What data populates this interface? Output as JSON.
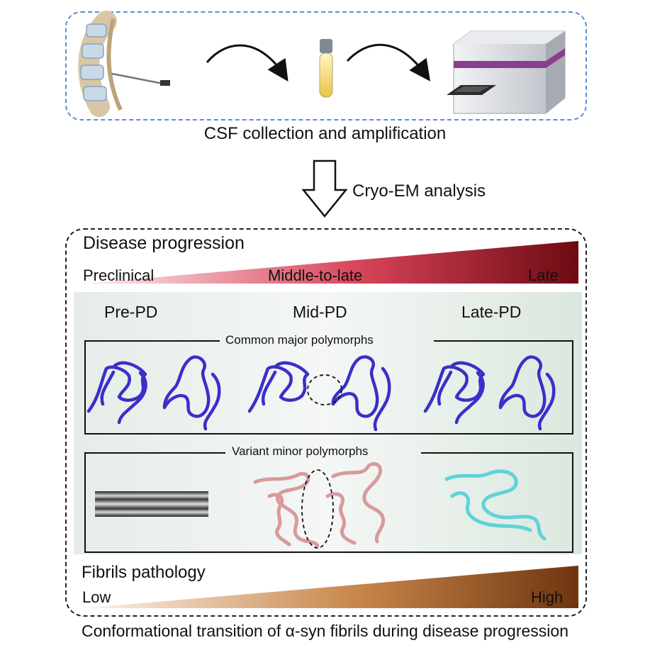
{
  "top_panel": {
    "caption": "CSF collection and amplification",
    "icons": [
      "spine-icon",
      "collection-tube-icon",
      "plate-reader-icon"
    ]
  },
  "transition": {
    "label": "Cryo-EM analysis"
  },
  "disease_progression": {
    "title": "Disease progression",
    "stages": [
      "Preclinical",
      "Middle-to-late",
      "Late"
    ],
    "gradient_colors": [
      "#fbe9ea",
      "#a30e25",
      "#6e0a12"
    ]
  },
  "columns": [
    "Pre-PD",
    "Mid-PD",
    "Late-PD"
  ],
  "common_box": {
    "title": "Common major polymorphs",
    "fibril_color": "#3a2fc9"
  },
  "variant_box": {
    "title": "Variant minor polymorphs",
    "colors": {
      "filament": "#d89a9a",
      "late": "#5fd3d8"
    }
  },
  "fibrils_pathology": {
    "title": "Fibrils pathology",
    "low": "Low",
    "high": "High",
    "gradient_colors": [
      "#fbf0e6",
      "#c47a3a",
      "#7a3a12"
    ]
  },
  "caption": "Conformational transition of α-syn fibrils during disease progression"
}
